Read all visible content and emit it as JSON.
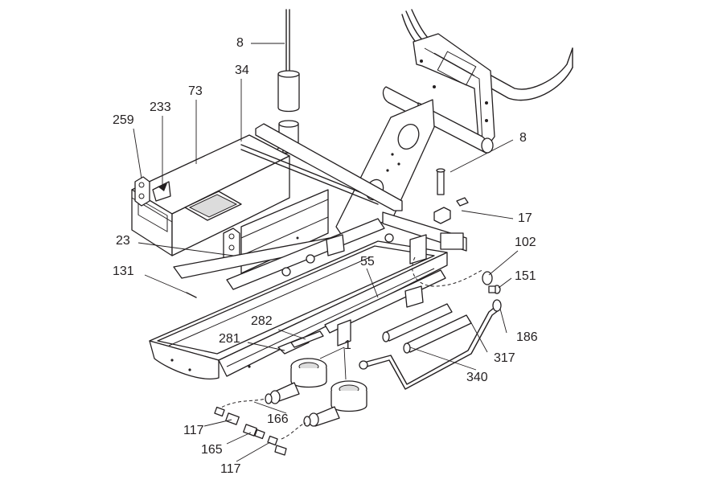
{
  "callouts": [
    {
      "id": "c8_top",
      "text": "8"
    },
    {
      "id": "c34",
      "text": "34"
    },
    {
      "id": "c73",
      "text": "73"
    },
    {
      "id": "c233",
      "text": "233"
    },
    {
      "id": "c259",
      "text": "259"
    },
    {
      "id": "c8_right",
      "text": "8"
    },
    {
      "id": "c17",
      "text": "17"
    },
    {
      "id": "c102",
      "text": "102"
    },
    {
      "id": "c23",
      "text": "23"
    },
    {
      "id": "c55",
      "text": "55"
    },
    {
      "id": "c151",
      "text": "151"
    },
    {
      "id": "c131",
      "text": "131"
    },
    {
      "id": "c186",
      "text": "186"
    },
    {
      "id": "c282",
      "text": "282"
    },
    {
      "id": "c281",
      "text": "281"
    },
    {
      "id": "c1",
      "text": "1"
    },
    {
      "id": "c317",
      "text": "317"
    },
    {
      "id": "c340",
      "text": "340"
    },
    {
      "id": "c166",
      "text": "166"
    },
    {
      "id": "c117_top",
      "text": "117"
    },
    {
      "id": "c165",
      "text": "165"
    },
    {
      "id": "c117_bottom",
      "text": "117"
    }
  ]
}
